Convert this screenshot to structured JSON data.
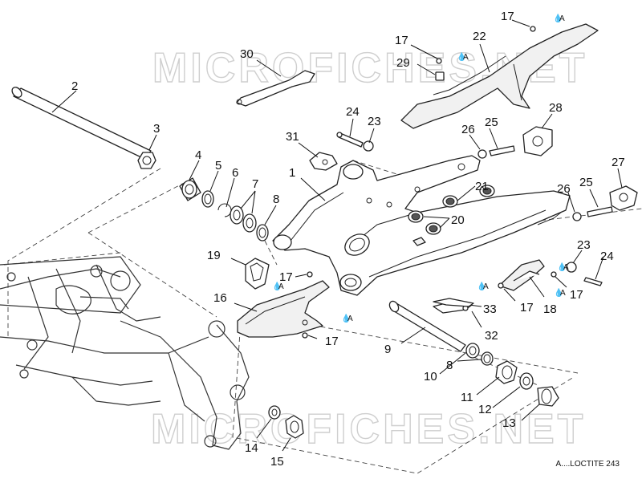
{
  "watermark": {
    "top_text": "MICROFICHES.NET",
    "bottom_text": "MICROFICHES.NET"
  },
  "callouts": {
    "c1": "1",
    "c2": "2",
    "c3": "3",
    "c4": "4",
    "c5": "5",
    "c6": "6",
    "c7": "7",
    "c8_top": "8",
    "c8_bottom": "8",
    "c9": "9",
    "c10": "10",
    "c11": "11",
    "c12": "12",
    "c13": "13",
    "c14": "14",
    "c15": "15",
    "c16": "16",
    "c17_top_right": "17",
    "c17_chain_guard": "17",
    "c17_mid": "17",
    "c17_lower_left": "17",
    "c17_lower_right": "17",
    "c17_right": "17",
    "c18": "18",
    "c19": "19",
    "c20": "20",
    "c21": "21",
    "c22": "22",
    "c23_top": "23",
    "c23_right": "23",
    "c24_top": "24",
    "c24_right": "24",
    "c25_top": "25",
    "c25_right": "25",
    "c26_top": "26",
    "c26_right": "26",
    "c27": "27",
    "c28": "28",
    "c29": "29",
    "c30": "30",
    "c31": "31",
    "c32": "32",
    "c33": "33"
  },
  "loctite_markers": {
    "m1": "A",
    "m2": "A",
    "m3": "A",
    "m4": "A",
    "m5": "A",
    "m6": "A",
    "m7": "A"
  },
  "footnote": "A....LOCTITE 243"
}
